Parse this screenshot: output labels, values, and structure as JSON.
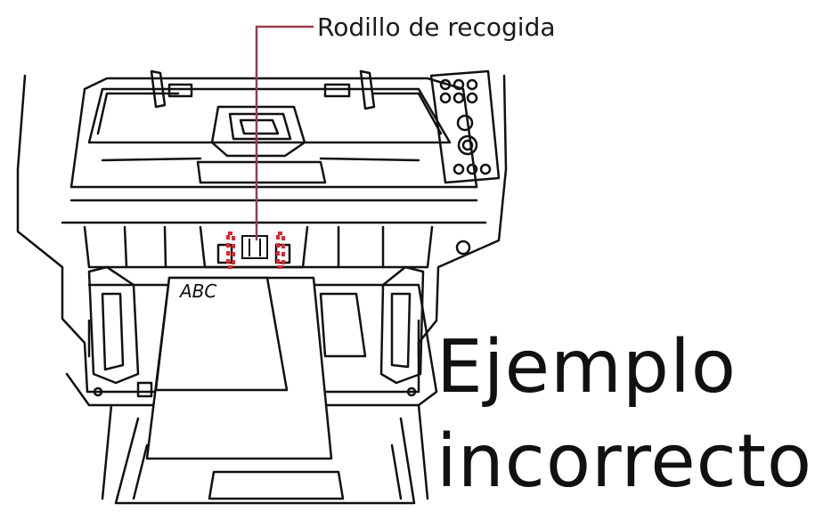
{
  "callout": {
    "label": "Rodillo de recogida",
    "line_color": "#9b3a4a"
  },
  "document_text": "ABC",
  "caption": {
    "line1": "Ejemplo",
    "line2": "incorrecto"
  },
  "colors": {
    "outline": "#111111",
    "marker": "#e0242f"
  }
}
